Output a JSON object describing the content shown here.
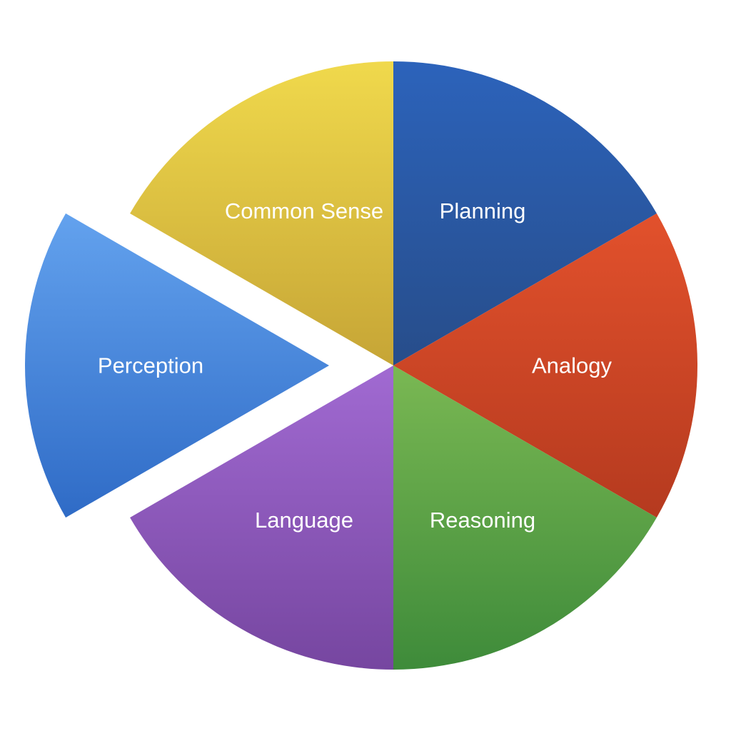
{
  "chart_data": {
    "type": "pie",
    "slices": [
      {
        "label": "Planning",
        "value": 1,
        "color": "#2f5fae",
        "color_light": "#2c63bb",
        "color_dark": "#274d8a"
      },
      {
        "label": "Analogy",
        "value": 1,
        "color": "#d2482a",
        "color_light": "#e2512c",
        "color_dark": "#b53a1f"
      },
      {
        "label": "Reasoning",
        "value": 1,
        "color": "#58a145",
        "color_light": "#7ab853",
        "color_dark": "#3e8b3a"
      },
      {
        "label": "Language",
        "value": 1,
        "color": "#8a57b4",
        "color_light": "#a16ad2",
        "color_dark": "#7646a0"
      },
      {
        "label": "Perception",
        "value": 1,
        "color": "#4a8ae0",
        "color_light": "#63a2ee",
        "color_dark": "#2f6bc6",
        "exploded": true
      },
      {
        "label": "Common Sense",
        "value": 1,
        "color": "#dcc046",
        "color_light": "#f0d94c",
        "color_dark": "#c6a536"
      }
    ],
    "start_angle": "top",
    "direction": "clockwise",
    "legend": "none",
    "labels": "inside"
  }
}
